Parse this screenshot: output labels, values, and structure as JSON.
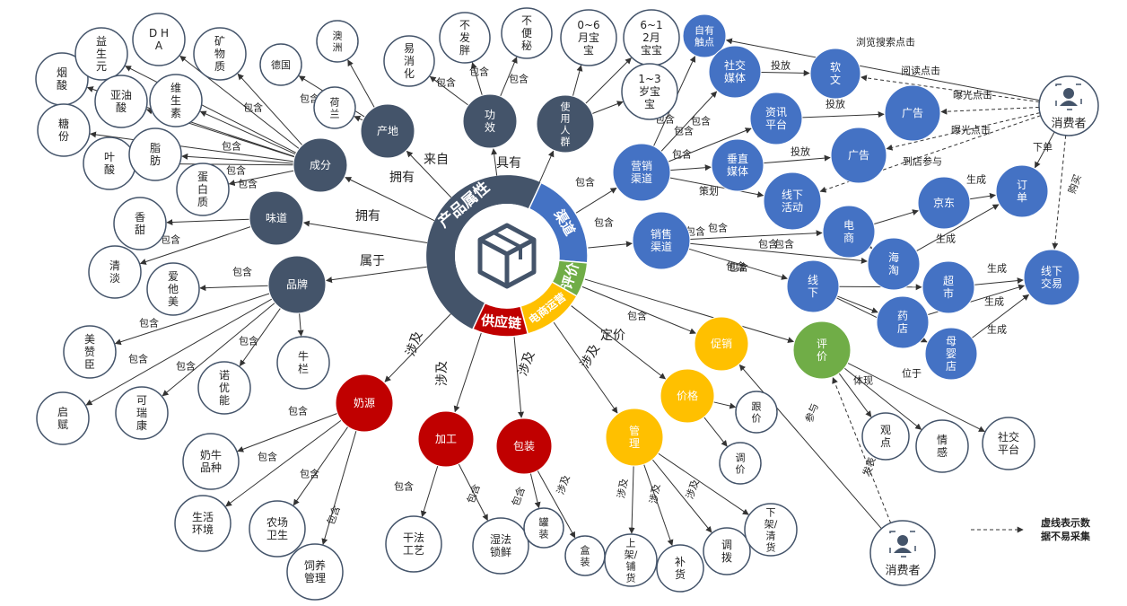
{
  "center": {
    "label": "产品属性",
    "icon": "box-icon"
  },
  "ring": [
    {
      "id": "ring_channel",
      "label": "渠道",
      "color": "#4472C4"
    },
    {
      "id": "ring_review",
      "label": "评价",
      "color": "#70AD47"
    },
    {
      "id": "ring_ecom",
      "label": "电商运营",
      "color": "#FFC000"
    },
    {
      "id": "ring_supply",
      "label": "供应链",
      "color": "#C00000"
    }
  ],
  "colors": {
    "dark": "#44546A",
    "blue": "#4472C4",
    "green": "#70AD47",
    "yellow": "#FFC000",
    "red": "#C00000",
    "outline": "#44546A"
  },
  "nodes": [
    {
      "id": "yansuan",
      "label": "烟\n酸",
      "style": "outline"
    },
    {
      "id": "tangfen",
      "label": "糖\n份",
      "style": "outline"
    },
    {
      "id": "yisheng",
      "label": "益\n生\n元",
      "style": "outline"
    },
    {
      "id": "dha",
      "label": "D H\nA",
      "style": "outline"
    },
    {
      "id": "yayou",
      "label": "亚油\n酸",
      "style": "outline"
    },
    {
      "id": "kuangwu",
      "label": "矿\n物\n质",
      "style": "outline"
    },
    {
      "id": "weisheng",
      "label": "维\n生\n素",
      "style": "outline"
    },
    {
      "id": "yesuan",
      "label": "叶\n酸",
      "style": "outline"
    },
    {
      "id": "zhifang",
      "label": "脂\n肪",
      "style": "outline"
    },
    {
      "id": "danbai",
      "label": "蛋\n白\n质",
      "style": "outline"
    },
    {
      "id": "aozhou",
      "label": "澳\n洲",
      "style": "outline"
    },
    {
      "id": "deguo",
      "label": "德国",
      "style": "outline"
    },
    {
      "id": "helan",
      "label": "荷\n兰",
      "style": "outline"
    },
    {
      "id": "yixiaohua",
      "label": "易\n消\n化",
      "style": "outline"
    },
    {
      "id": "bufapang",
      "label": "不\n发\n胖",
      "style": "outline"
    },
    {
      "id": "bubianmi",
      "label": "不\n便\n秘",
      "style": "outline"
    },
    {
      "id": "age06",
      "label": "0~6\n月宝\n宝",
      "style": "outline"
    },
    {
      "id": "age612",
      "label": "6~1\n2月\n宝宝",
      "style": "outline"
    },
    {
      "id": "age13",
      "label": "1~3\n岁宝\n宝",
      "style": "outline"
    },
    {
      "id": "xiangtian",
      "label": "香\n甜",
      "style": "outline"
    },
    {
      "id": "qingdan",
      "label": "清\n淡",
      "style": "outline"
    },
    {
      "id": "aitamei",
      "label": "爱\n他\n美",
      "style": "outline"
    },
    {
      "id": "meizanchen",
      "label": "美\n赞\n臣",
      "style": "outline"
    },
    {
      "id": "qifu",
      "label": "启\n赋",
      "style": "outline"
    },
    {
      "id": "keruikang",
      "label": "可\n瑞\n康",
      "style": "outline"
    },
    {
      "id": "nuoyouneng",
      "label": "诺\n优\n能",
      "style": "outline"
    },
    {
      "id": "niulan",
      "label": "牛\n栏",
      "style": "outline"
    },
    {
      "id": "chengfen",
      "label": "成分",
      "style": "dark"
    },
    {
      "id": "chandi",
      "label": "产地",
      "style": "dark"
    },
    {
      "id": "gongxiao",
      "label": "功\n效",
      "style": "dark"
    },
    {
      "id": "shiyong",
      "label": "使\n用\n人\n群",
      "style": "dark"
    },
    {
      "id": "weidao",
      "label": "味道",
      "style": "dark"
    },
    {
      "id": "pinpai",
      "label": "品牌",
      "style": "dark"
    },
    {
      "id": "ziyou",
      "label": "自有\n触点",
      "style": "blue"
    },
    {
      "id": "shejiao",
      "label": "社交\n媒体",
      "style": "blue"
    },
    {
      "id": "ruanwen",
      "label": "软\n文",
      "style": "blue"
    },
    {
      "id": "zixun",
      "label": "资讯\n平台",
      "style": "blue"
    },
    {
      "id": "guanggao1",
      "label": "广告",
      "style": "blue"
    },
    {
      "id": "yingxiao",
      "label": "营销\n渠道",
      "style": "blue"
    },
    {
      "id": "chuizhi",
      "label": "垂直\n媒体",
      "style": "blue"
    },
    {
      "id": "guanggao2",
      "label": "广告",
      "style": "blue"
    },
    {
      "id": "xianxiahd",
      "label": "线下\n活动",
      "style": "blue"
    },
    {
      "id": "xiaoshou",
      "label": "销售\n渠道",
      "style": "blue"
    },
    {
      "id": "dianshang",
      "label": "电\n商",
      "style": "blue"
    },
    {
      "id": "jingdong",
      "label": "京东",
      "style": "blue"
    },
    {
      "id": "dingdan",
      "label": "订\n单",
      "style": "blue"
    },
    {
      "id": "haitao",
      "label": "海\n淘",
      "style": "blue"
    },
    {
      "id": "xianxia",
      "label": "线\n下",
      "style": "blue"
    },
    {
      "id": "chaoshi",
      "label": "超\n市",
      "style": "blue"
    },
    {
      "id": "xianxiajy",
      "label": "线下\n交易",
      "style": "blue"
    },
    {
      "id": "yaodian",
      "label": "药\n店",
      "style": "blue"
    },
    {
      "id": "muying",
      "label": "母\n婴\n店",
      "style": "blue"
    },
    {
      "id": "pingjia",
      "label": "评\n价",
      "style": "green"
    },
    {
      "id": "guandian",
      "label": "观\n点",
      "style": "outline"
    },
    {
      "id": "qinggan",
      "label": "情\n感",
      "style": "outline"
    },
    {
      "id": "shejiaopt",
      "label": "社交\n平台",
      "style": "outline"
    },
    {
      "id": "cuxiao",
      "label": "促销",
      "style": "yellow"
    },
    {
      "id": "jiage",
      "label": "价格",
      "style": "yellow"
    },
    {
      "id": "genjia",
      "label": "跟\n价",
      "style": "outline"
    },
    {
      "id": "tiaojia",
      "label": "调\n价",
      "style": "outline"
    },
    {
      "id": "guanli",
      "label": "管\n理",
      "style": "yellow"
    },
    {
      "id": "shangjia",
      "label": "上\n架/\n铺\n货",
      "style": "outline"
    },
    {
      "id": "buhuo",
      "label": "补\n货",
      "style": "outline"
    },
    {
      "id": "tiaobo",
      "label": "调\n拨",
      "style": "outline"
    },
    {
      "id": "xiajia",
      "label": "下\n架/\n清\n货",
      "style": "outline"
    },
    {
      "id": "naiyuan",
      "label": "奶源",
      "style": "red"
    },
    {
      "id": "jiagong",
      "label": "加工",
      "style": "red"
    },
    {
      "id": "baozhuang",
      "label": "包装",
      "style": "red"
    },
    {
      "id": "pinzhong",
      "label": "奶牛\n品种",
      "style": "outline"
    },
    {
      "id": "shenghuo",
      "label": "生活\n环境",
      "style": "outline"
    },
    {
      "id": "nongchang",
      "label": "农场\n卫生",
      "style": "outline"
    },
    {
      "id": "siyang",
      "label": "饲养\n管理",
      "style": "outline"
    },
    {
      "id": "ganfa",
      "label": "干法\n工艺",
      "style": "outline"
    },
    {
      "id": "shifa",
      "label": "湿法\n锁鲜",
      "style": "outline"
    },
    {
      "id": "guanzhuang",
      "label": "罐\n装",
      "style": "outline"
    },
    {
      "id": "hezhuang",
      "label": "盒\n装",
      "style": "outline"
    },
    {
      "id": "consumer1",
      "label": "消费者",
      "style": "consumer"
    },
    {
      "id": "consumer2",
      "label": "消费者",
      "style": "consumer"
    }
  ],
  "edge_labels": [
    "包含",
    "包含",
    "包含",
    "包含",
    "包含",
    "包含",
    "包含",
    "包含",
    "包含",
    "包含",
    "包含",
    "包含",
    "包含",
    "包含",
    "包含",
    "包含",
    "拥有",
    "拥有",
    "来自",
    "具有",
    "包含",
    "属于",
    "包含",
    "包含",
    "包含",
    "涉及",
    "涉及",
    "涉及",
    "涉及",
    "定价",
    "包含",
    "包含",
    "包含",
    "包含",
    "包含",
    "包含",
    "包含",
    "包含",
    "涉及",
    "涉及",
    "涉及",
    "涉及",
    "体现",
    "位于",
    "参与",
    "发表",
    "包含",
    "包含",
    "包含",
    "策划",
    "投放",
    "投放",
    "投放",
    "包含",
    "包含",
    "包含",
    "生成",
    "生成",
    "生成",
    "生成",
    "生成",
    "下单",
    "购买",
    "浏览搜索点击",
    "阅读点击",
    "曝光点击",
    "曝光点击",
    "到店参与",
    "包含"
  ],
  "legend": {
    "line1": "虚线表示数",
    "line2": "据不易采集"
  }
}
